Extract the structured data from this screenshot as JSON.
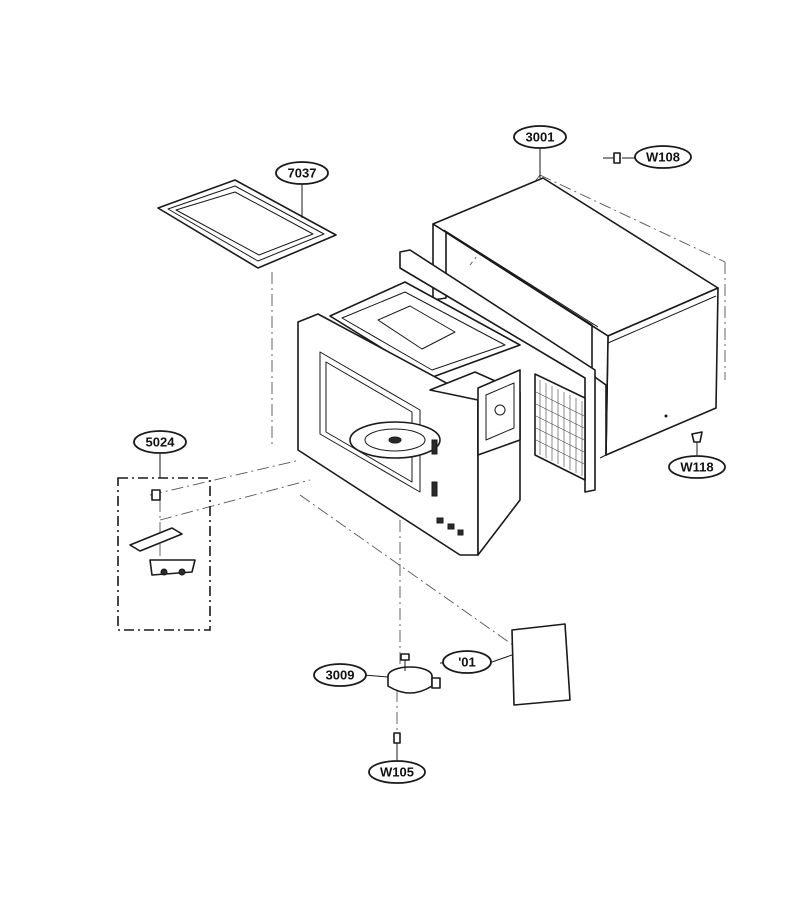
{
  "labels": {
    "p3001": "3001",
    "p7037": "7037",
    "pW108": "W108",
    "pW118": "W118",
    "p5024": "5024",
    "p3009": "3009",
    "p01": "'01",
    "pW105": "W105"
  },
  "colors": {
    "line": "#1a1a1a",
    "background": "#ffffff"
  }
}
